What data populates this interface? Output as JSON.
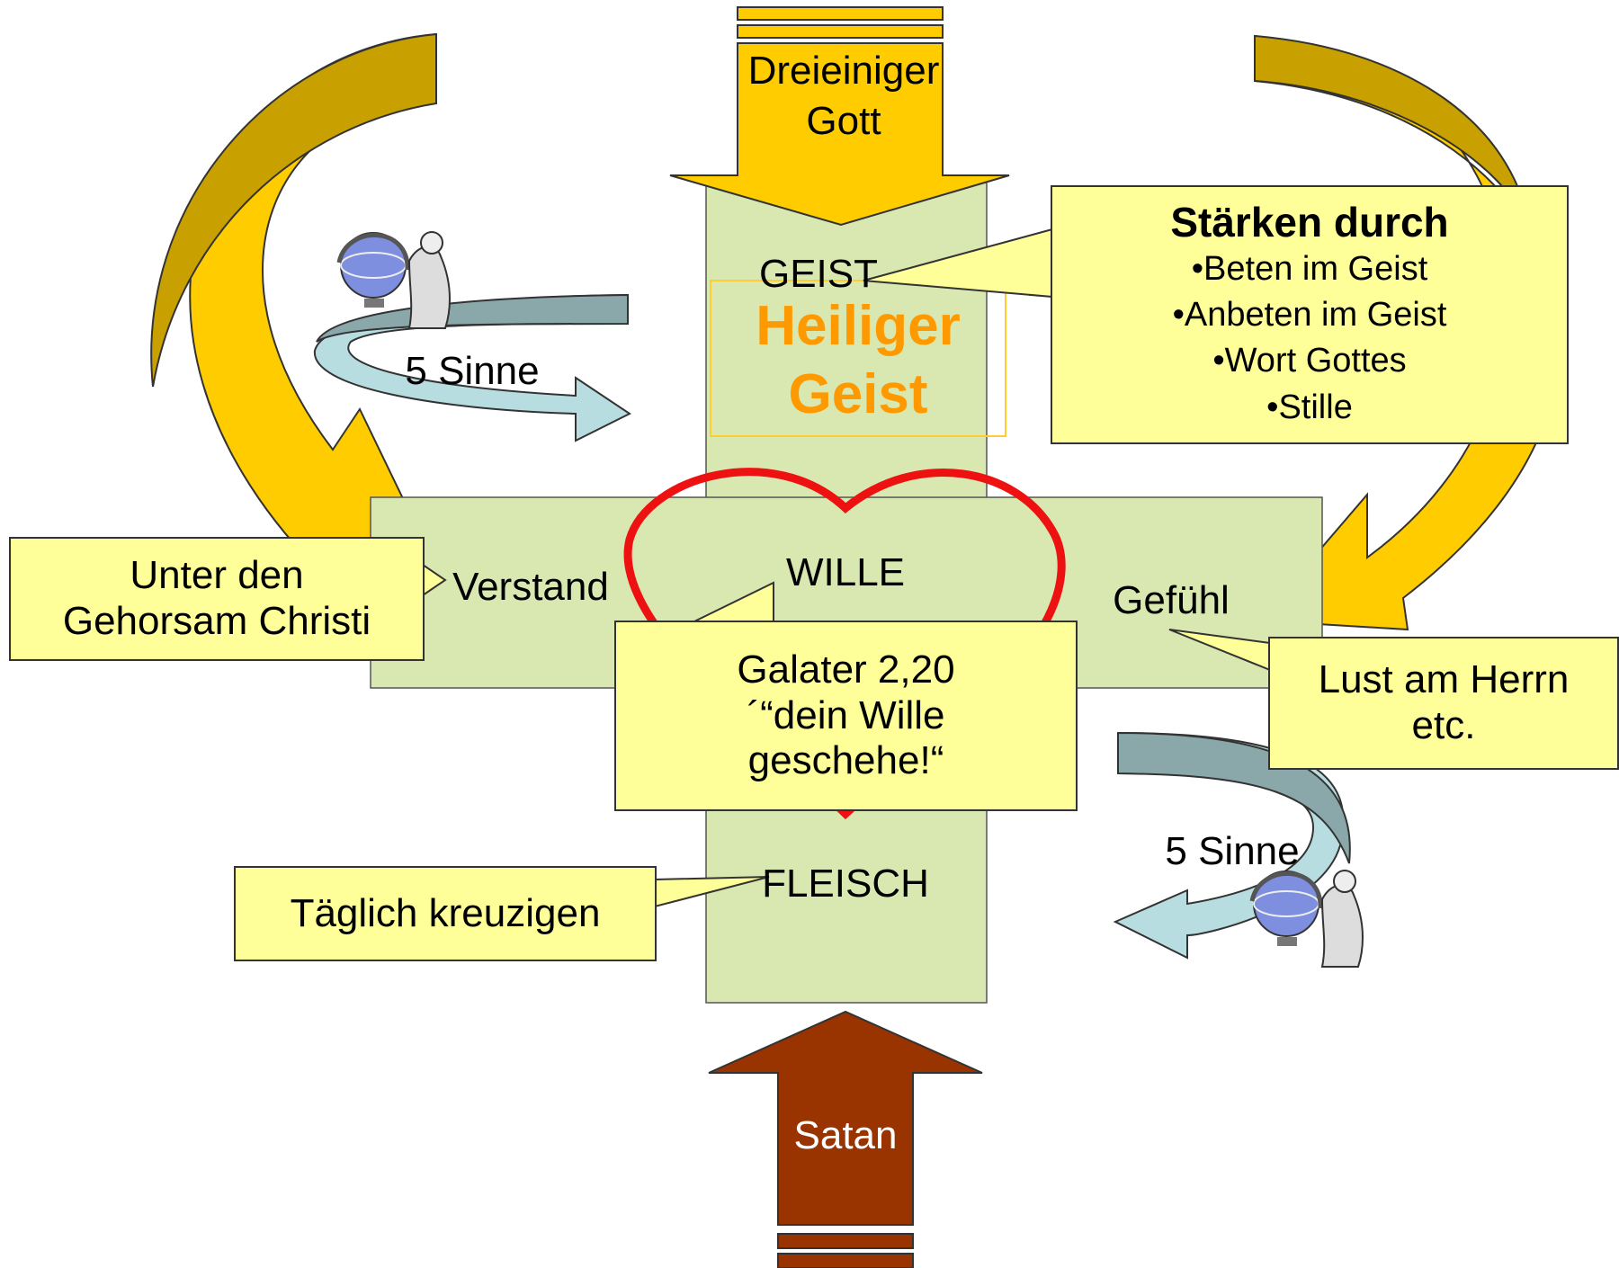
{
  "diagram": {
    "top_arrow_label_line1": "Dreieiniger",
    "top_arrow_label_line2": "Gott",
    "spirit_label": "GEIST",
    "holy_spirit_line1": "Heiliger",
    "holy_spirit_line2": "Geist",
    "will_label": "WILLE",
    "mind_label": "Verstand",
    "emotion_label": "Gefühl",
    "flesh_label": "FLEISCH",
    "bottom_arrow_label": "Satan",
    "senses_left": "5 Sinne",
    "senses_right": "5 Sinne"
  },
  "callouts": {
    "strengthen": {
      "title": "Stärken durch",
      "items": [
        "•Beten im Geist",
        "•Anbeten im Geist",
        "•Wort Gottes",
        "•Stille"
      ]
    },
    "obedience": {
      "line1": "Unter den",
      "line2": "Gehorsam Christi"
    },
    "galatians": {
      "line1": "Galater 2,20",
      "line2": "´“dein Wille",
      "line3": "geschehe!“"
    },
    "delight": {
      "line1": "Lust am Herrn",
      "line2": "etc."
    },
    "crucify": {
      "line1": "Täglich kreuzigen"
    }
  },
  "colors": {
    "cross_fill": "#d8e8b0",
    "gold": "#ffcc00",
    "gold_dark": "#c8a000",
    "callout_fill": "#ffff99",
    "heart": "#ee1111",
    "holy_spirit_text": "#ff9900",
    "satan_arrow": "#993300",
    "senses_arrow_light": "#b8dde0",
    "senses_arrow_dark": "#8aa8aa"
  }
}
